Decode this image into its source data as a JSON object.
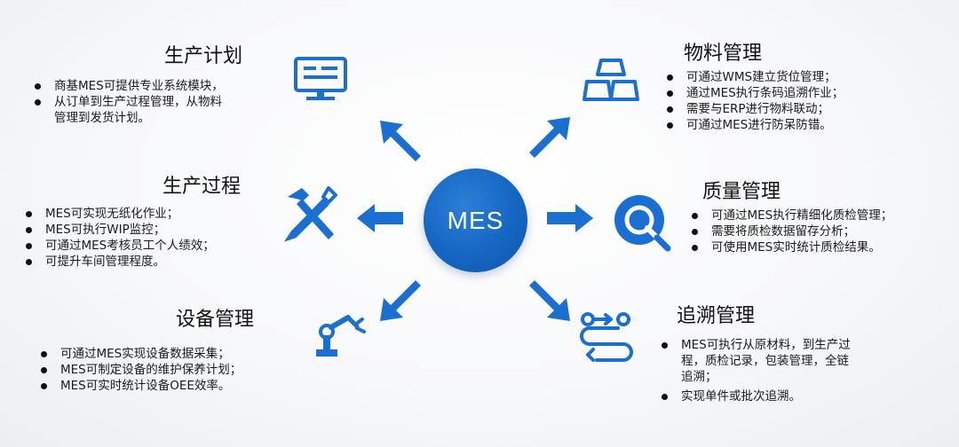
{
  "center": {
    "label": "MES"
  },
  "sections": {
    "production_plan": {
      "title": "生产计划",
      "items": [
        "商基MES可提供专业系统模块，",
        "从订单到生产过程管理，从物料",
        "管理到发货计划。"
      ]
    },
    "material": {
      "title": "物料管理",
      "items": [
        "可通过WMS建立货位管理；",
        "通过MES执行条码追溯作业；",
        "需要与ERP进行物料联动；",
        "可通过MES进行防呆防错。"
      ]
    },
    "process": {
      "title": "生产过程",
      "items": [
        "MES可实现无纸化作业；",
        "MES可执行WIP监控；",
        "可通过MES考核员工个人绩效；",
        "可提升车间管理程度。"
      ]
    },
    "quality": {
      "title": "质量管理",
      "items": [
        "可通过MES执行精细化质检管理；",
        "需要将质检数据留存分析；",
        "可使用MES实时统计质检结果。"
      ]
    },
    "equipment": {
      "title": "设备管理",
      "items": [
        "可通过MES实现设备数据采集；",
        "MES可制定设备的维护保养计划；",
        "MES可实时统计设备OEE效率。"
      ]
    },
    "trace": {
      "title": "追溯管理",
      "items": [
        "MES可执行从原材料，到生产过",
        "程，质检记录，包装管理，全链",
        "追溯；",
        "实现单件或批次追溯。"
      ]
    }
  },
  "colors": {
    "accent": "#1a6fd0",
    "hub": "#1566c2"
  },
  "icons": [
    "monitor-icon",
    "stacked-bars-icon",
    "hammer-wrench-icon",
    "magnifier-icon",
    "robot-arm-icon",
    "route-path-icon"
  ]
}
